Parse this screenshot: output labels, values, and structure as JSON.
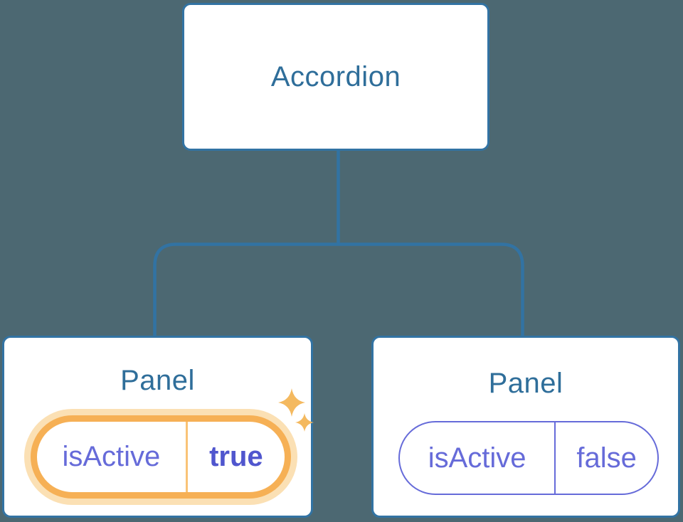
{
  "colors": {
    "background": "#4C6872",
    "node_fill": "#FFFFFF",
    "line_blue": "#3273A3",
    "title_blue": "#2F6E9A",
    "state_purple": "#666BD9",
    "state_purple_bold": "#5056CE",
    "highlight_orange": "#F6B055",
    "highlight_glow": "#FBE0B4",
    "highlight_glow_divider": "#F9C377",
    "sparkle_orange": "#F4B95F"
  },
  "diagram": {
    "root": {
      "label": "Accordion"
    },
    "panels": [
      {
        "title": "Panel",
        "state_key": "isActive",
        "state_value": "true",
        "highlighted": true
      },
      {
        "title": "Panel",
        "state_key": "isActive",
        "state_value": "false",
        "highlighted": false
      }
    ]
  }
}
